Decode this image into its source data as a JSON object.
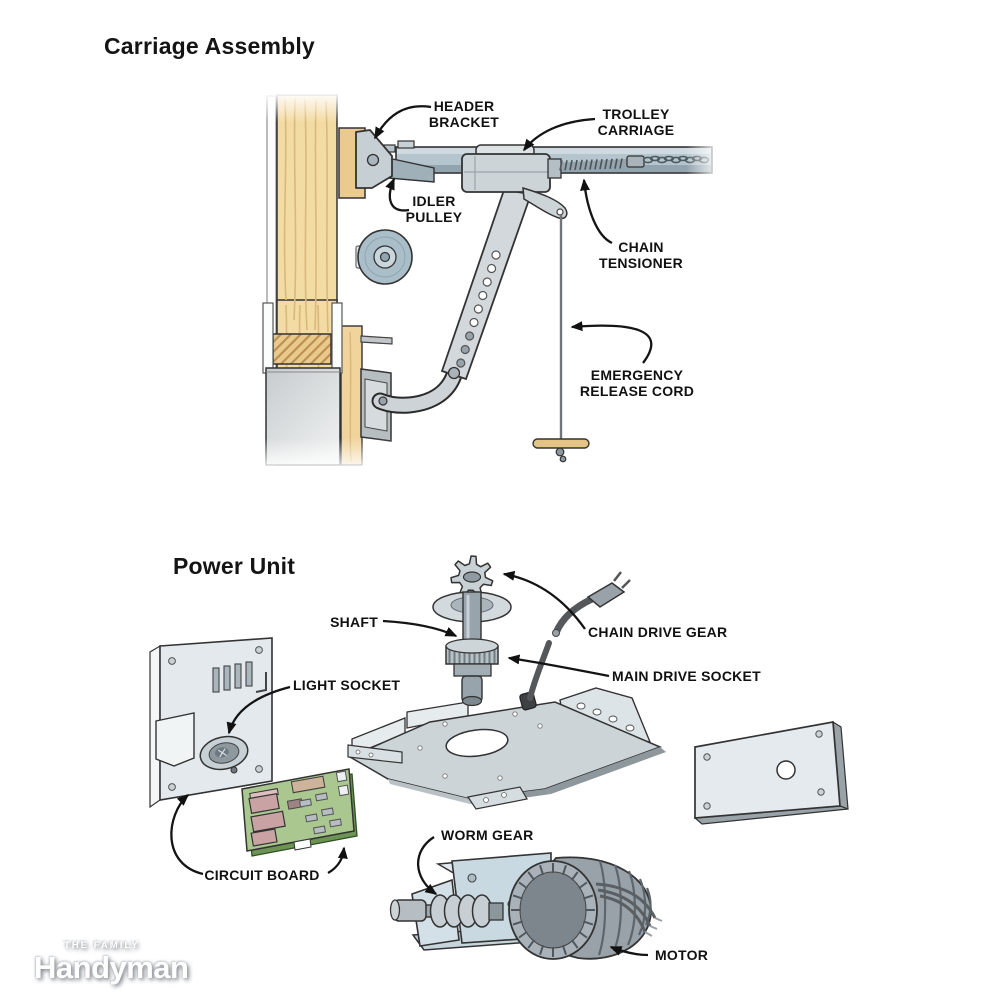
{
  "page": {
    "background": "#ffffff"
  },
  "carriage_assembly": {
    "title": "Carriage Assembly",
    "labels": {
      "header_bracket": {
        "line1": "HEADER",
        "line2": "BRACKET"
      },
      "trolley_carriage": {
        "line1": "TROLLEY",
        "line2": "CARRIAGE"
      },
      "idler_pulley": {
        "line1": "IDLER",
        "line2": "PULLEY"
      },
      "chain_tensioner": {
        "line1": "CHAIN",
        "line2": "TENSIONER"
      },
      "emergency_release_cord": {
        "line1": "EMERGENCY",
        "line2": "RELEASE CORD"
      }
    }
  },
  "power_unit": {
    "title": "Power Unit",
    "labels": {
      "shaft": "SHAFT",
      "chain_drive_gear": "CHAIN DRIVE GEAR",
      "main_drive_socket": "MAIN DRIVE SOCKET",
      "light_socket": "LIGHT SOCKET",
      "circuit_board": "CIRCUIT BOARD",
      "worm_gear": "WORM GEAR",
      "motor": "MOTOR"
    }
  },
  "logo": {
    "tagline": "THE FAMILY",
    "name": "Handyman"
  },
  "colors": {
    "outline": "#1a1a1a",
    "label_text": "#111111",
    "wood_light": "#f3dba4",
    "wood_dark": "#eaca8e",
    "metal_light": "#d2d8db",
    "rail": "#b5c5cd",
    "panel_blue": "#e3e9ed",
    "circuit_green": "#a9c78e",
    "component_pink": "#c9a3a3",
    "motor_gray": "#99a2a8",
    "cord_dark": "#54585b",
    "handle_wood": "#e4c386"
  }
}
